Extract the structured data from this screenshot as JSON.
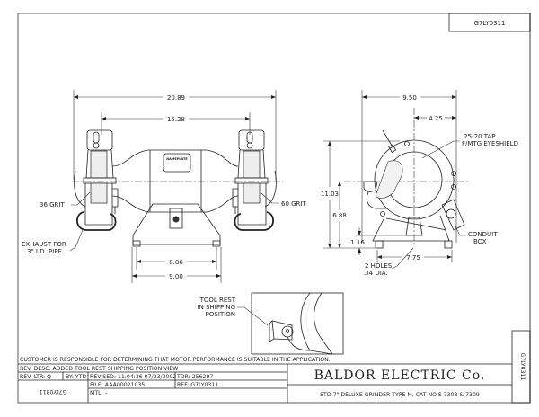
{
  "drawing_number": "G7LY0311",
  "side_label": "G7LY0311",
  "front_view": {
    "overall_width": "20.89",
    "wheel_center_distance": "15.28",
    "nameplate_label": "NAMEPLATE",
    "left_wheel_label": "36 GRIT",
    "right_wheel_label": "60 GRIT",
    "exhaust_label_line1": "EXHAUST FOR",
    "exhaust_label_line2": "3\" I.D. PIPE",
    "base_hole_spacing": "8.06",
    "base_width": "9.00"
  },
  "side_view": {
    "overall_depth": "9.50",
    "center_offset": "4.25",
    "tap_label_line1": ".25-20 TAP",
    "tap_label_line2": "F/MTG EYESHIELD",
    "overall_height": "11.03",
    "shaft_height": "6.88",
    "base_height": "1.16",
    "base_hole_spacing": "7.75",
    "holes_label_line1": "2 HOLES",
    "holes_label_line2": ".34 DIA.",
    "conduit_label_line1": "CONDUIT",
    "conduit_label_line2": "BOX"
  },
  "detail_view": {
    "label_line1": "TOOL REST",
    "label_line2": "IN SHIPPING",
    "label_line3": "POSITION"
  },
  "disclaimer": "CUSTOMER IS RESPONSIBLE FOR DETERMINING THAT MOTOR PERFORMANCE IS SUITABLE IN THE APPLICATION.",
  "title_block": {
    "rev_desc": "REV. DESC:  ADDED TOOL REST SHIPPING POSITION VIEW",
    "rev_ltr": "REV. LTR:  Q",
    "by": "BY:  YTD",
    "revised": "REVISED: 11:04:36  07/23/2002",
    "tdr": "TDR: 256297",
    "mirrored_number": "G7LY0311",
    "file": "FILE: AAA00021035",
    "ref": "REF: G7LY0311",
    "mtl": "MTL: –",
    "company": "BALDOR  ELECTRIC  Co.",
    "description": "STD 7\" DELUXE GRINDER TYPE M, CAT NO'S 7308 & 7309"
  }
}
